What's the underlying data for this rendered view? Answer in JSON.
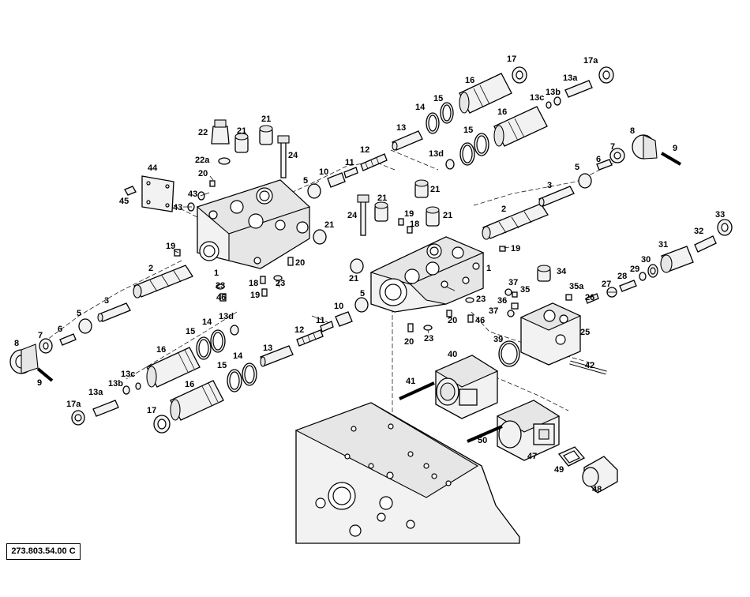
{
  "document_id": "273.803.54.00 C",
  "parts": [
    {
      "id": "p1a",
      "label": "1"
    },
    {
      "id": "p1b",
      "label": "1"
    },
    {
      "id": "p2a",
      "label": "2"
    },
    {
      "id": "p2b",
      "label": "2"
    },
    {
      "id": "p3a",
      "label": "3"
    },
    {
      "id": "p3b",
      "label": "3"
    },
    {
      "id": "p5a",
      "label": "5"
    },
    {
      "id": "p5b",
      "label": "5"
    },
    {
      "id": "p5c",
      "label": "5"
    },
    {
      "id": "p5d",
      "label": "5"
    },
    {
      "id": "p6a",
      "label": "6"
    },
    {
      "id": "p6b",
      "label": "6"
    },
    {
      "id": "p7a",
      "label": "7"
    },
    {
      "id": "p7b",
      "label": "7"
    },
    {
      "id": "p8a",
      "label": "8"
    },
    {
      "id": "p8b",
      "label": "8"
    },
    {
      "id": "p9a",
      "label": "9"
    },
    {
      "id": "p9b",
      "label": "9"
    },
    {
      "id": "p10a",
      "label": "10"
    },
    {
      "id": "p10b",
      "label": "10"
    },
    {
      "id": "p11a",
      "label": "11"
    },
    {
      "id": "p11b",
      "label": "11"
    },
    {
      "id": "p12a",
      "label": "12"
    },
    {
      "id": "p12b",
      "label": "12"
    },
    {
      "id": "p13a",
      "label": "13"
    },
    {
      "id": "p13b",
      "label": "13"
    },
    {
      "id": "p13aa",
      "label": "13a"
    },
    {
      "id": "p13ab",
      "label": "13a"
    },
    {
      "id": "p13ba",
      "label": "13b"
    },
    {
      "id": "p13bb",
      "label": "13b"
    },
    {
      "id": "p13ca",
      "label": "13c"
    },
    {
      "id": "p13cb",
      "label": "13c"
    },
    {
      "id": "p13da",
      "label": "13d"
    },
    {
      "id": "p13db",
      "label": "13d"
    },
    {
      "id": "p14a",
      "label": "14"
    },
    {
      "id": "p14b",
      "label": "14"
    },
    {
      "id": "p14c",
      "label": "14"
    },
    {
      "id": "p15a",
      "label": "15"
    },
    {
      "id": "p15b",
      "label": "15"
    },
    {
      "id": "p15c",
      "label": "15"
    },
    {
      "id": "p15d",
      "label": "15"
    },
    {
      "id": "p16a",
      "label": "16"
    },
    {
      "id": "p16b",
      "label": "16"
    },
    {
      "id": "p16c",
      "label": "16"
    },
    {
      "id": "p16d",
      "label": "16"
    },
    {
      "id": "p17a",
      "label": "17"
    },
    {
      "id": "p17b",
      "label": "17"
    },
    {
      "id": "p17aa",
      "label": "17a"
    },
    {
      "id": "p17ab",
      "label": "17a"
    },
    {
      "id": "p18a",
      "label": "18"
    },
    {
      "id": "p18b",
      "label": "18"
    },
    {
      "id": "p19a",
      "label": "19"
    },
    {
      "id": "p19b",
      "label": "19"
    },
    {
      "id": "p19c",
      "label": "19"
    },
    {
      "id": "p19d",
      "label": "19"
    },
    {
      "id": "p20a",
      "label": "20"
    },
    {
      "id": "p20b",
      "label": "20"
    },
    {
      "id": "p20c",
      "label": "20"
    },
    {
      "id": "p20d",
      "label": "20"
    },
    {
      "id": "p21a",
      "label": "21"
    },
    {
      "id": "p21b",
      "label": "21"
    },
    {
      "id": "p21c",
      "label": "21"
    },
    {
      "id": "p21d",
      "label": "21"
    },
    {
      "id": "p21e",
      "label": "21"
    },
    {
      "id": "p21f",
      "label": "21"
    },
    {
      "id": "p21g",
      "label": "21"
    },
    {
      "id": "p22",
      "label": "22"
    },
    {
      "id": "p22a",
      "label": "22a"
    },
    {
      "id": "p23a",
      "label": "23"
    },
    {
      "id": "p23b",
      "label": "23"
    },
    {
      "id": "p23c",
      "label": "23"
    },
    {
      "id": "p23d",
      "label": "23"
    },
    {
      "id": "p24a",
      "label": "24"
    },
    {
      "id": "p24b",
      "label": "24"
    },
    {
      "id": "p25",
      "label": "25"
    },
    {
      "id": "p26",
      "label": "26"
    },
    {
      "id": "p27",
      "label": "27"
    },
    {
      "id": "p28",
      "label": "28"
    },
    {
      "id": "p29",
      "label": "29"
    },
    {
      "id": "p30",
      "label": "30"
    },
    {
      "id": "p31",
      "label": "31"
    },
    {
      "id": "p32",
      "label": "32"
    },
    {
      "id": "p33",
      "label": "33"
    },
    {
      "id": "p34",
      "label": "34"
    },
    {
      "id": "p35",
      "label": "35"
    },
    {
      "id": "p35a",
      "label": "35a"
    },
    {
      "id": "p36",
      "label": "36"
    },
    {
      "id": "p37a",
      "label": "37"
    },
    {
      "id": "p37b",
      "label": "37"
    },
    {
      "id": "p39",
      "label": "39"
    },
    {
      "id": "p40",
      "label": "40"
    },
    {
      "id": "p41",
      "label": "41"
    },
    {
      "id": "p42",
      "label": "42"
    },
    {
      "id": "p43a",
      "label": "43"
    },
    {
      "id": "p43b",
      "label": "43"
    },
    {
      "id": "p44",
      "label": "44"
    },
    {
      "id": "p45",
      "label": "45"
    },
    {
      "id": "p46a",
      "label": "46"
    },
    {
      "id": "p46b",
      "label": "46"
    },
    {
      "id": "p47",
      "label": "47"
    },
    {
      "id": "p48",
      "label": "48"
    },
    {
      "id": "p49",
      "label": "49"
    },
    {
      "id": "p50",
      "label": "50"
    }
  ]
}
